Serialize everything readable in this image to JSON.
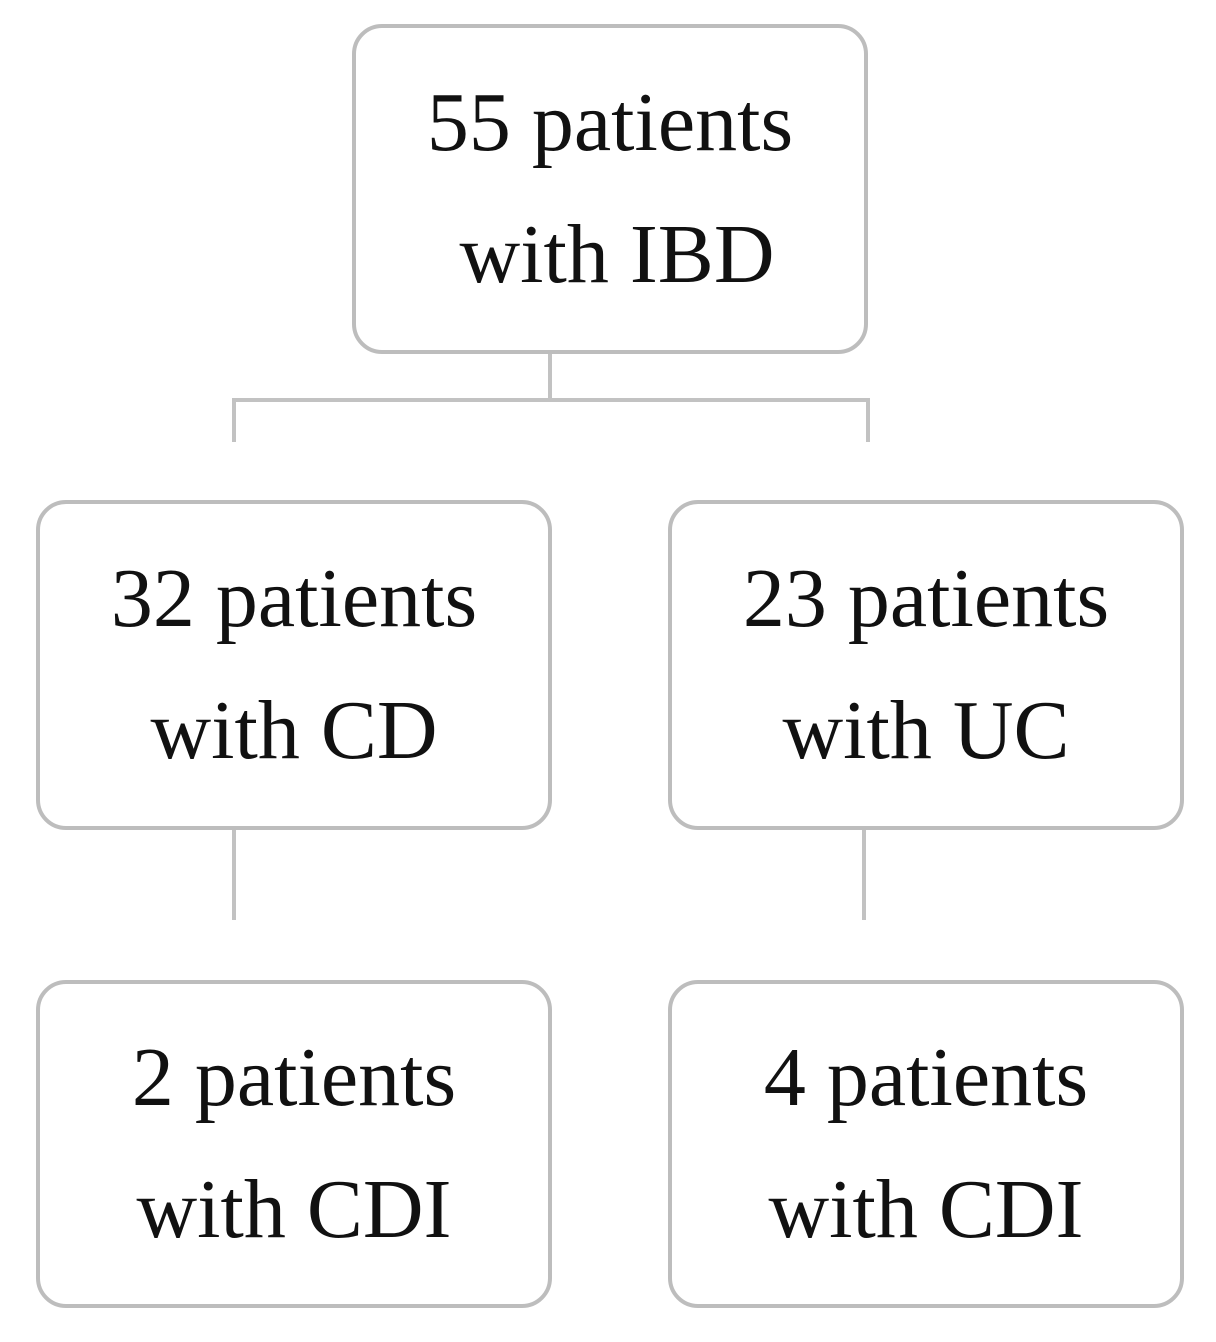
{
  "nodes": {
    "ibd": {
      "line1": "55 patients",
      "line2": "with IBD"
    },
    "cd": {
      "line1": "32 patients",
      "line2": "with CD"
    },
    "uc": {
      "line1": "23 patients",
      "line2": "with UC"
    },
    "cd_cdi": {
      "line1": "2 patients",
      "line2": "with CDI"
    },
    "uc_cdi": {
      "line1": "4 patients",
      "line2": "with CDI"
    }
  },
  "edges": [
    {
      "from": "ibd",
      "to": "cd"
    },
    {
      "from": "ibd",
      "to": "uc"
    },
    {
      "from": "cd",
      "to": "cd_cdi"
    },
    {
      "from": "uc",
      "to": "uc_cdi"
    }
  ],
  "colors": {
    "box_border": "#bdbdbd",
    "connector": "#c2c2c2",
    "text": "#111111",
    "background": "#ffffff"
  }
}
